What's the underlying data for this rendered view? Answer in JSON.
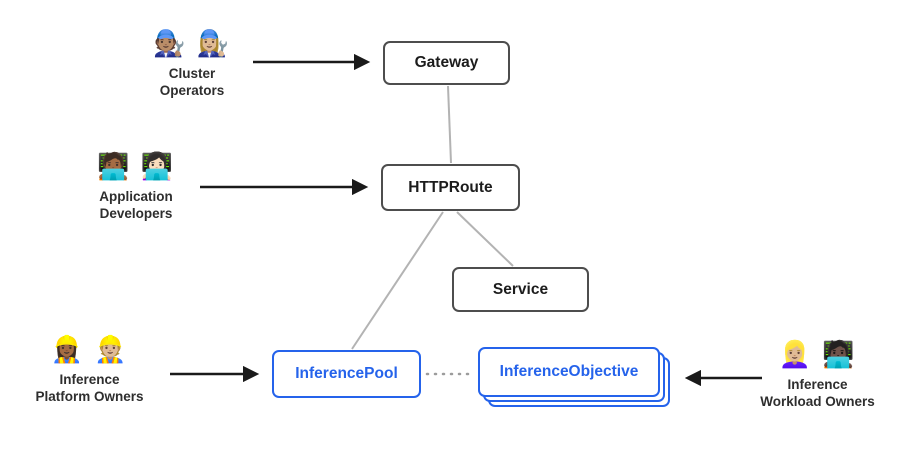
{
  "diagram": {
    "boxes": {
      "gateway": {
        "label": "Gateway"
      },
      "httproute": {
        "label": "HTTPRoute"
      },
      "service": {
        "label": "Service"
      },
      "inference_pool": {
        "label": "InferencePool"
      },
      "inference_objective": {
        "label": "InferenceObjective"
      }
    },
    "actors": {
      "cluster_operators": {
        "emoji": "🧑🏽‍🔧 👩🏼‍🔧",
        "label": "Cluster\nOperators"
      },
      "application_developers": {
        "emoji": "🧑🏾‍💻 👩🏻‍💻",
        "label": "Application\nDevelopers"
      },
      "inference_platform_owners": {
        "emoji": "👷🏾‍♀️ 👷🏼",
        "label": "Inference\nPlatform Owners"
      },
      "inference_workload_owners": {
        "emoji": "👱🏼‍♀️ 🧑🏿‍💻",
        "label": "Inference\nWorkload Owners"
      }
    },
    "colors": {
      "box_border_gray": "#4d4d4d",
      "box_text_dark": "#1c1c1c",
      "accent_blue": "#2563eb",
      "connector_gray": "#b3b3b3",
      "arrow_black": "#1a1a1a",
      "background": "#ffffff"
    }
  }
}
